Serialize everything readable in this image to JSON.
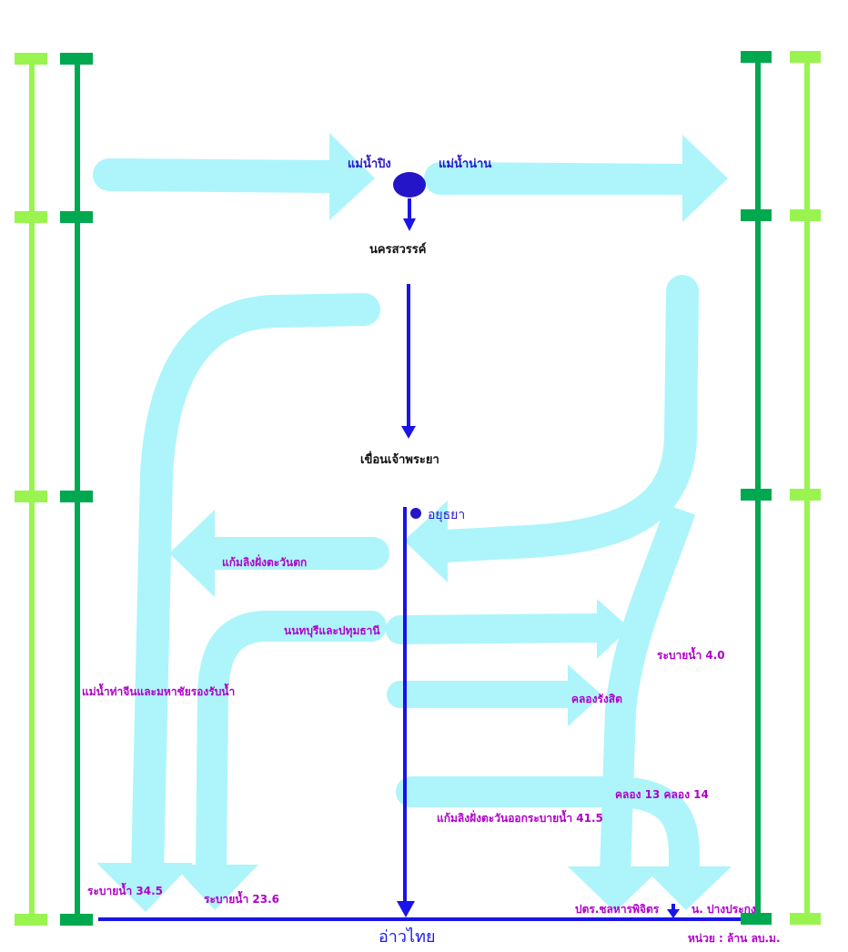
{
  "diagram": {
    "colors": {
      "flow": "#adf5fa",
      "main_river": "#1a14e6",
      "node": "#2416c8",
      "bar_dark": "#00a84f",
      "bar_light": "#99f450",
      "label_magenta": "#b000c8"
    },
    "nodes": {
      "ping_river": "แม่น้ำปิง",
      "nan_river": "แม่น้ำน่าน",
      "nakhon_sawan": "นครสวรรค์",
      "chao_phraya_dam": "เขื่อนเจ้าพระยา",
      "ayutthaya": "อยุธยา",
      "gulf_of_thailand": "อ่าวไทย"
    },
    "flows": {
      "west_retention": "แก้มลิงฝั่งตะวันตก",
      "nonthaburi_pathum": "นนทบุรีและปทุมธานี",
      "tha_chin_mahachai": "แม่น้ำท่าจีนและมหาชัยรองรับน้ำ",
      "drain_4": "ระบายน้ำ 4.0",
      "rangsit_canal": "คลองรังสิต",
      "canal_13_14": "คลอง 13 คลอง 14",
      "east_retention_drain": "แก้มลิงฝั่งตะวันออกระบายน้ำ 41.5",
      "drain_34_5": "ระบายน้ำ 34.5",
      "drain_23_6": "ระบายน้ำ 23.6",
      "chonlahan_phichit": "ปตร.ชลหารพิจิตร",
      "pang_prakong": "น. ปางประกง"
    },
    "unit": "หน่วย : ล้าน ลบ.ม."
  }
}
